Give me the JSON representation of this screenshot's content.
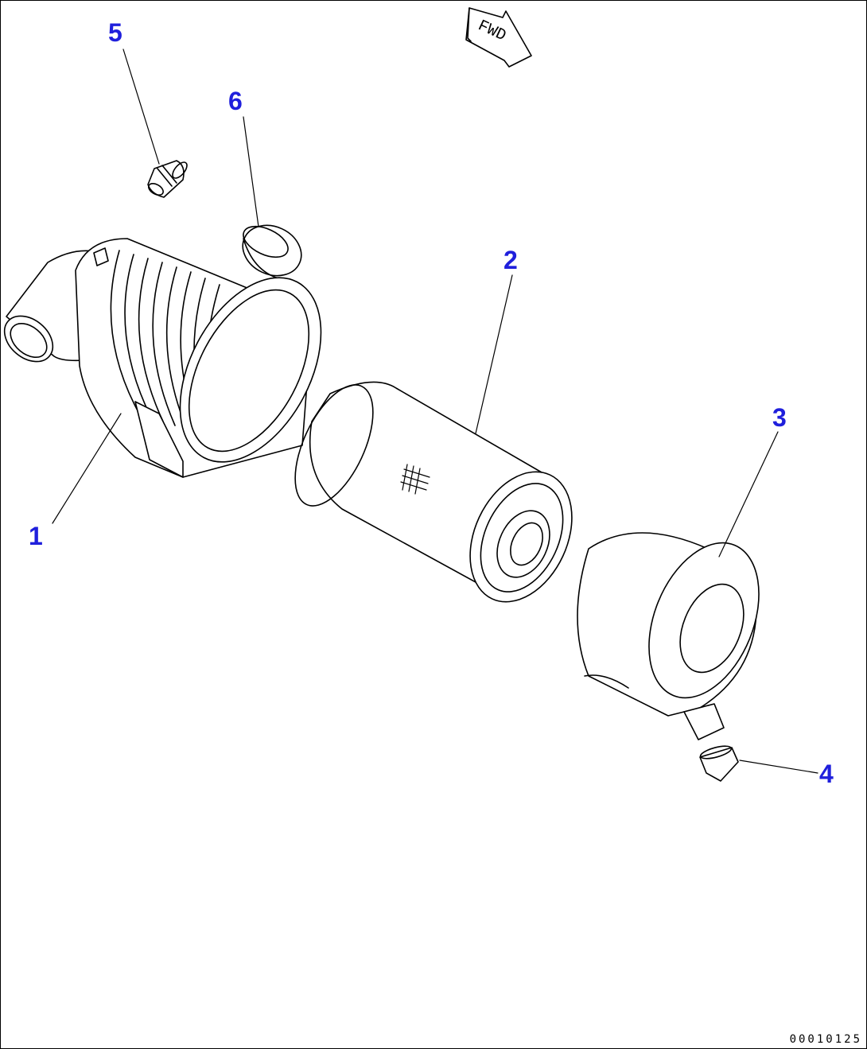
{
  "callouts": {
    "c1": "1",
    "c2": "2",
    "c3": "3",
    "c4": "4",
    "c5": "5",
    "c6": "6"
  },
  "fwd_label": "FWD",
  "drawing_number": "00010125",
  "colors": {
    "callout": "#1f1fdc",
    "line": "#000000",
    "background": "#ffffff"
  }
}
